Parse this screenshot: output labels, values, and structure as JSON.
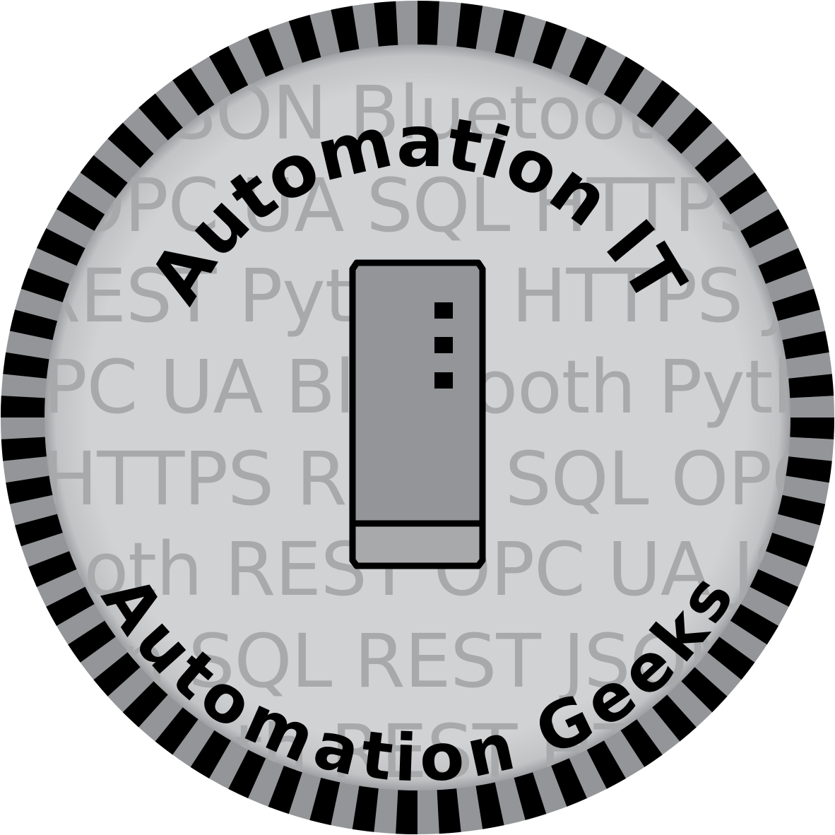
{
  "badge": {
    "top_title": "Automation IT",
    "bottom_title": "Automation Geeks",
    "icon": "server-tower-icon",
    "background_lines": [
      "JSON Bluetooth",
      "OPC UA SQL HTTPS",
      "REST Python HTTPS JSON",
      "OPC UA Bluetooth Python",
      "HTTPS REST SQL OPC",
      "Bluetooth REST OPC UA JSON",
      "Python SQL REST JSON",
      "Bluetooth REST HTTPS"
    ]
  },
  "colors": {
    "outer_ring_dark": "#000000",
    "outer_ring_light": "#939598",
    "inner_disc": "#d1d2d4",
    "background_text": "#a8a9ab",
    "server_body": "#939598",
    "server_base": "#a8a9ab",
    "title_text": "#000000"
  }
}
